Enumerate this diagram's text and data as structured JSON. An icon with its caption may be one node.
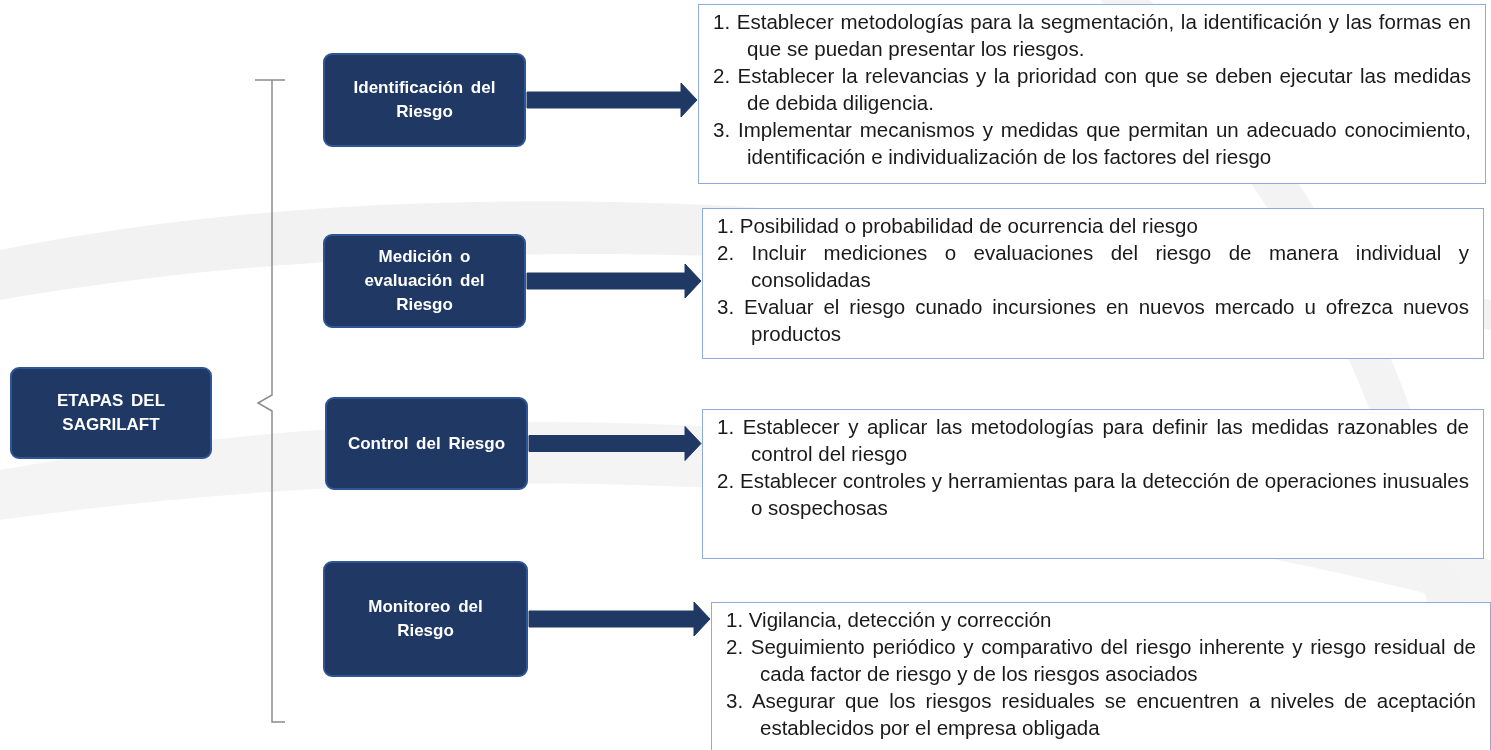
{
  "diagram": {
    "nodes": [
      {
        "text": [
          "ETAPAS DEL SAGRILAFT"
        ]
      },
      {
        "text": [
          "Identificación del Riesgo"
        ]
      },
      {
        "text": [
          "Medición o evaluación del Riesgo"
        ]
      },
      {
        "text": [
          "Control del Riesgo"
        ]
      },
      {
        "text": [
          "Monitoreo del Riesgo"
        ]
      },
      {
        "text": [
          "1. Establecer metodologías para la segmentación, la identificación y las formas en que se puedan presentar los riesgos.",
          "2. Establecer la relevancias y la prioridad con que se deben ejecutar las medidas de debida diligencia.",
          "3. Implementar mecanismos y medidas que permitan un adecuado conocimiento, identificación e individualización de los factores del riesgo"
        ]
      },
      {
        "text": [
          "1. Posibilidad o probabilidad de ocurrencia del riesgo",
          "2. Incluir mediciones o evaluaciones del riesgo de manera individual y consolidadas",
          "3. Evaluar el riesgo cunado incursiones en nuevos mercado u ofrezca nuevos productos"
        ]
      },
      {
        "text": [
          "1. Establecer y aplicar las metodologías para definir las medidas razonables de control del riesgo",
          "2. Establecer controles y herramientas para la detección de operaciones inusuales o sospechosas"
        ]
      },
      {
        "text": [
          "1. Vigilancia, detección y corrección",
          "2. Seguimiento periódico y comparativo del riesgo inherente y riesgo residual de cada factor de riesgo y de los riesgos asociados",
          "3. Asegurar que los riesgos residuales se encuentren a niveles de aceptación establecidos por el empresa obligada"
        ]
      }
    ],
    "edges": [
      {
        "from": 1,
        "to": 5,
        "arrow": "to"
      },
      {
        "from": 2,
        "to": 6,
        "arrow": "to"
      },
      {
        "from": 3,
        "to": 7,
        "arrow": "to"
      },
      {
        "from": 4,
        "to": 8,
        "arrow": "to"
      }
    ]
  }
}
